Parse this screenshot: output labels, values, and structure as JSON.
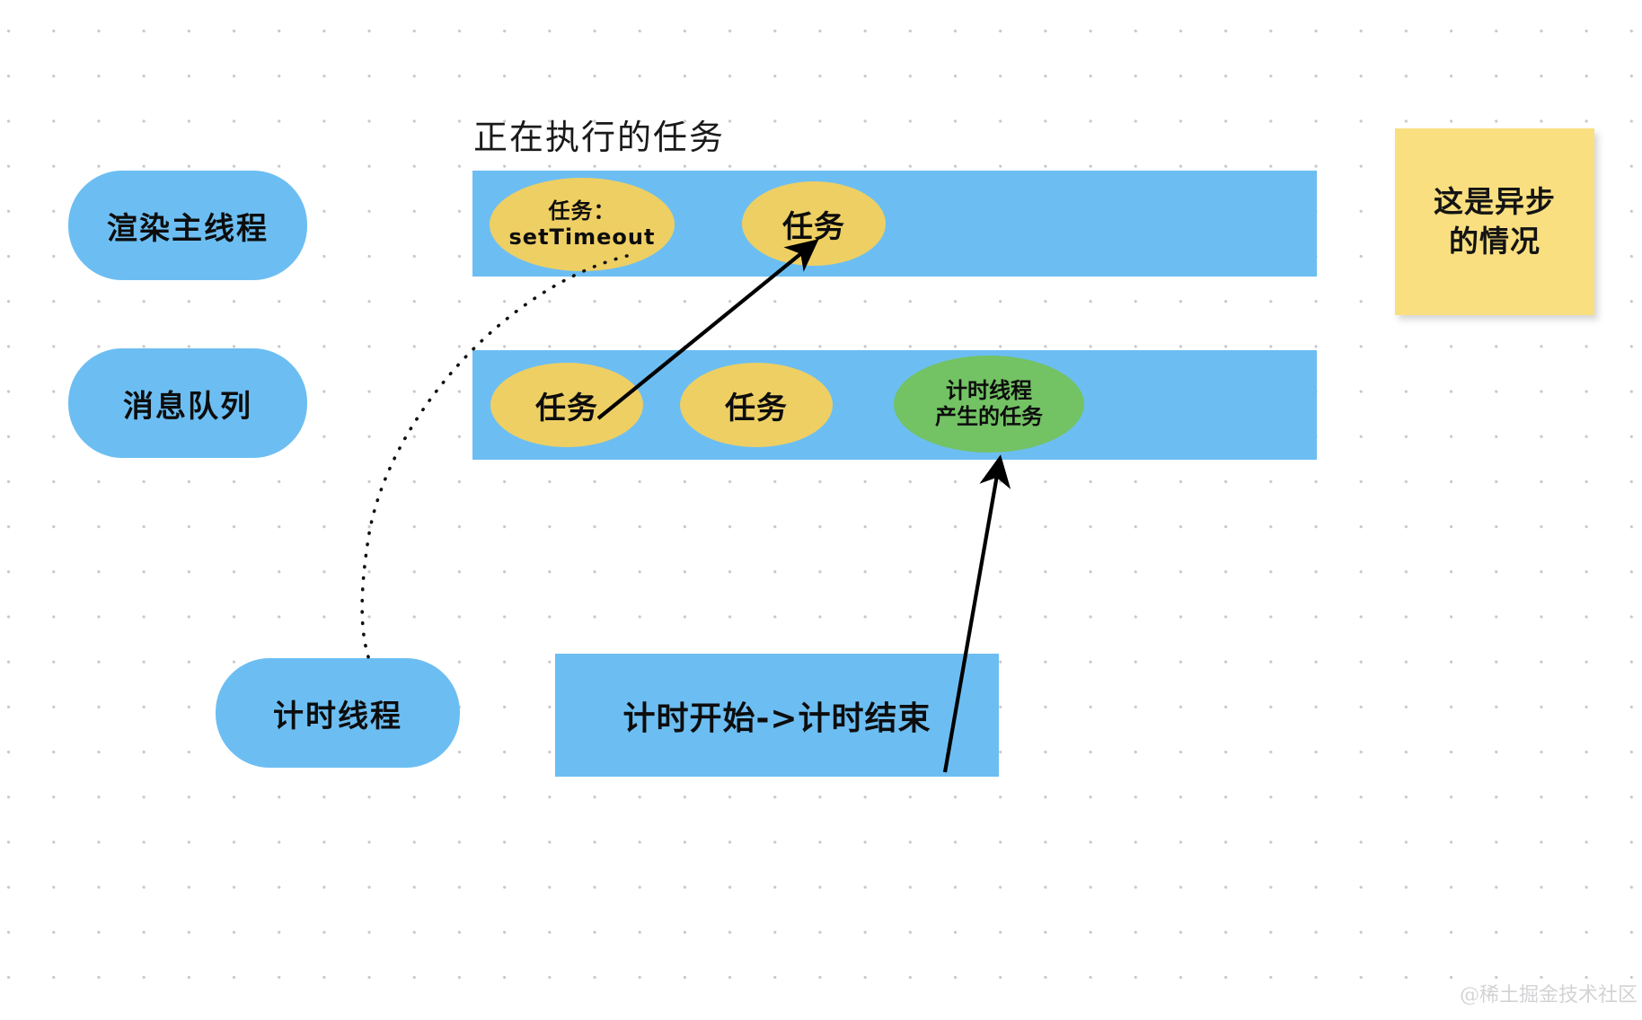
{
  "board": {
    "background_color": "#ffffff",
    "dot_color": "#c9c9cd",
    "watermark": "@稀土掘金技术社区"
  },
  "palette": {
    "blue": "#6cbef2",
    "yellow": "#eecf63",
    "green": "#73c264",
    "sticky_yellow": "#fadf80",
    "ink": "#0d0d0d"
  },
  "titles": {
    "running_task": "正在执行的任务"
  },
  "lanes": [
    {
      "label": "渲染主线程",
      "items": [
        {
          "text": "任务：\nsetTimeout",
          "line1": "任务：",
          "line2": "setTimeout",
          "color": "#eecf63",
          "kind": "task-small"
        },
        {
          "text": "任务",
          "color": "#eecf63",
          "kind": "task"
        }
      ]
    },
    {
      "label": "消息队列",
      "items": [
        {
          "text": "任务",
          "color": "#eecf63",
          "kind": "task"
        },
        {
          "text": "任务",
          "color": "#eecf63",
          "kind": "task"
        },
        {
          "text": "计时线程\n产生的任务",
          "line1": "计时线程",
          "line2": "产生的任务",
          "color": "#73c264",
          "kind": "task-green"
        }
      ]
    },
    {
      "label": "计时线程",
      "items": [
        {
          "text": "计时开始->计时结束",
          "color": "#6cbef2",
          "kind": "timing-box"
        }
      ]
    }
  ],
  "sticky_note": {
    "line1": "这是异步",
    "line2": "的情况",
    "text": "这是异步的情况"
  },
  "connectors": [
    {
      "name": "settimeout-to-timer-thread",
      "style": "dotted",
      "from": "任务：setTimeout",
      "to": "计时线程",
      "arrowhead": false
    },
    {
      "name": "queue-task-to-running-task",
      "style": "solid",
      "from": "消息队列 任务",
      "to": "正在执行的任务",
      "arrowhead": true
    },
    {
      "name": "timing-end-to-generated-task",
      "style": "solid",
      "from": "计时开始->计时结束",
      "to": "计时线程产生的任务",
      "arrowhead": true
    }
  ]
}
